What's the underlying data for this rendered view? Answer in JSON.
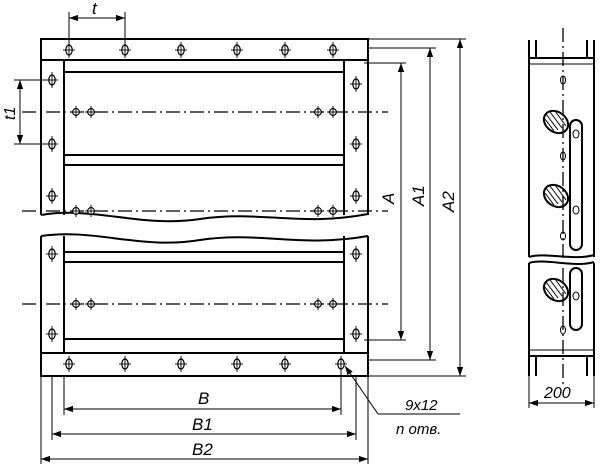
{
  "dimensions": {
    "t": "t",
    "t1": "t1",
    "A": "A",
    "A1": "A1",
    "A2": "A2",
    "B": "B",
    "B1": "B1",
    "B2": "B2",
    "side_width": "200"
  },
  "hole_note": {
    "size": "9x12",
    "count": "n отв."
  }
}
